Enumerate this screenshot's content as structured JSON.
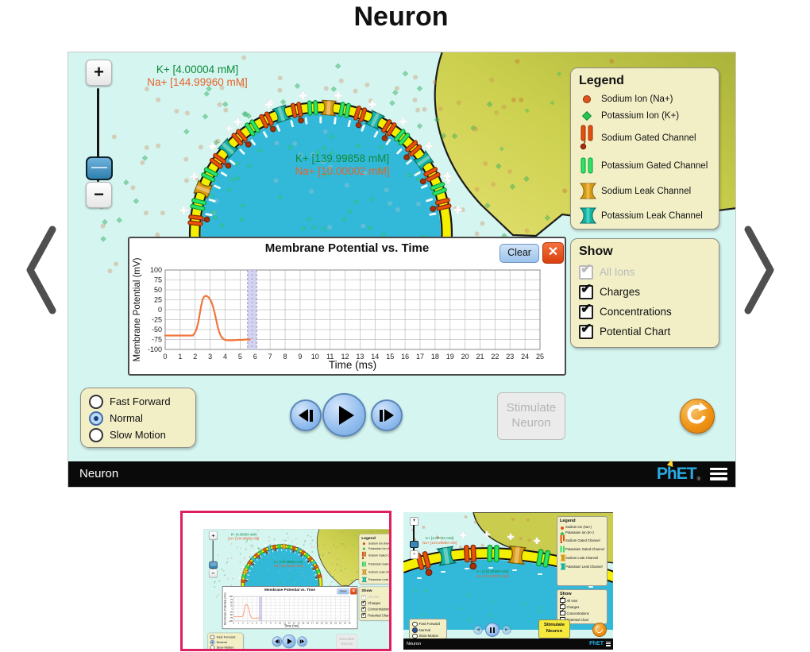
{
  "title": "Neuron",
  "sim": {
    "zoom": {
      "in_label": "+",
      "out_label": "−"
    },
    "concentrations": {
      "outside_k": "K+ [4.00004 mM]",
      "outside_na": "Na+ [144.99960 mM]",
      "inside_k": "K+ [139.99858 mM]",
      "inside_na": "Na+ [10.00002 mM]"
    },
    "legend": {
      "title": "Legend",
      "items": [
        {
          "icon": "sodium-ion",
          "label": "Sodium Ion (Na+)"
        },
        {
          "icon": "potassium-ion",
          "label": "Potassium Ion (K+)"
        },
        {
          "icon": "sodium-gated-channel",
          "label": "Sodium Gated Channel"
        },
        {
          "icon": "potassium-gated-channel",
          "label": "Potassium Gated Channel"
        },
        {
          "icon": "sodium-leak-channel",
          "label": "Sodium Leak Channel"
        },
        {
          "icon": "potassium-leak-channel",
          "label": "Potassium Leak Channel"
        }
      ]
    },
    "show": {
      "title": "Show",
      "items": [
        {
          "label": "All Ions",
          "checked": true,
          "disabled": true
        },
        {
          "label": "Charges",
          "checked": true,
          "disabled": false
        },
        {
          "label": "Concentrations",
          "checked": true,
          "disabled": false
        },
        {
          "label": "Potential Chart",
          "checked": true,
          "disabled": false
        }
      ]
    },
    "speed": {
      "options": [
        {
          "label": "Fast Forward",
          "selected": false
        },
        {
          "label": "Normal",
          "selected": true
        },
        {
          "label": "Slow Motion",
          "selected": false
        }
      ]
    },
    "stimulate": {
      "line1": "Stimulate",
      "line2": "Neuron",
      "enabled": false
    },
    "bar": {
      "title": "Neuron",
      "logo": "PhET",
      "registered": "®"
    },
    "membrane": {
      "cell_fill": "#32b9d9",
      "membrane_color": "#f4ee00",
      "background": "#d5f5f0",
      "adjacent_cell_colors": [
        "#e3e070",
        "#aab23a"
      ],
      "channel_pattern": [
        "na-gated",
        "k-gated",
        "na-leak",
        "k-gated",
        "na-gated",
        "k-leak",
        "na-gated",
        "k-gated",
        "na-gated",
        "k-leak",
        "na-gated",
        "k-gated",
        "na-leak",
        "k-gated",
        "na-gated",
        "k-leak",
        "na-gated",
        "k-gated",
        "na-gated",
        "k-leak",
        "na-gated",
        "k-gated",
        "na-gated"
      ],
      "charges_shown": true,
      "particles": {
        "outside": 130,
        "inside": 95,
        "adjacent": 26,
        "sodium_color": "#cf8352",
        "potassium_color": "#35bb66",
        "charge_color": "#ffffff"
      }
    }
  },
  "chart_data": {
    "type": "line",
    "title": "Membrane Potential vs. Time",
    "xlabel": "Time (ms)",
    "ylabel": "Membrane Potential (mV)",
    "xlim": [
      0,
      25
    ],
    "ylim": [
      -100,
      100
    ],
    "xtick_step": 1,
    "ytick_step": 25,
    "grid": true,
    "clear_label": "Clear",
    "cursor_window": [
      5.5,
      6.1
    ],
    "series": [
      {
        "name": "membrane-potential",
        "color": "#f0763c",
        "points": [
          [
            0,
            -65
          ],
          [
            1.85,
            -65
          ],
          [
            2.0,
            -57
          ],
          [
            2.1,
            -48
          ],
          [
            2.2,
            -33
          ],
          [
            2.3,
            -12
          ],
          [
            2.4,
            10
          ],
          [
            2.5,
            26
          ],
          [
            2.6,
            33
          ],
          [
            2.7,
            35
          ],
          [
            2.8,
            34
          ],
          [
            2.9,
            31
          ],
          [
            3.0,
            26
          ],
          [
            3.1,
            18
          ],
          [
            3.2,
            7
          ],
          [
            3.3,
            -8
          ],
          [
            3.4,
            -25
          ],
          [
            3.5,
            -42
          ],
          [
            3.6,
            -56
          ],
          [
            3.7,
            -65
          ],
          [
            3.8,
            -71
          ],
          [
            3.9,
            -74
          ],
          [
            4.0,
            -76
          ],
          [
            4.2,
            -77
          ],
          [
            4.5,
            -77
          ],
          [
            4.8,
            -76
          ],
          [
            5.1,
            -76
          ],
          [
            5.4,
            -75
          ],
          [
            5.65,
            -75
          ]
        ]
      }
    ]
  },
  "thumbnails": [
    {
      "selected": true,
      "paused": true,
      "stimulate_enabled": false,
      "potential_chart_checked": true
    },
    {
      "selected": false,
      "paused": false,
      "stimulate_enabled": true,
      "potential_chart_checked": false,
      "channel_types": [
        "na-gated",
        "k-leak",
        "na-gated",
        "k-gated",
        "na-leak",
        "k-gated",
        "na-gated"
      ]
    }
  ]
}
